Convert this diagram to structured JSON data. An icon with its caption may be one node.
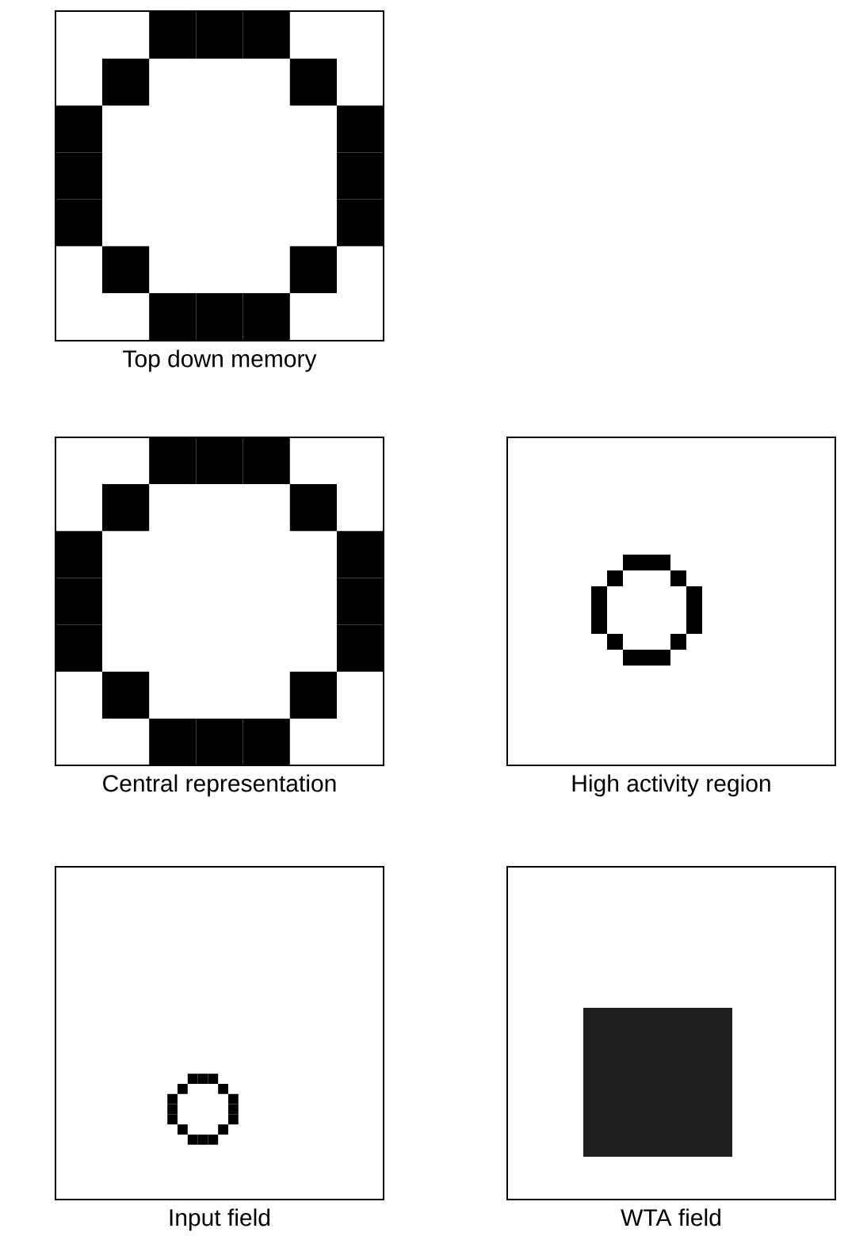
{
  "diagram": {
    "nodes": [
      {
        "text": [
          "Top down memory"
        ]
      },
      {
        "text": [
          "Central representation"
        ]
      },
      {
        "text": [
          "High activity region"
        ]
      },
      {
        "text": [
          "Input field"
        ]
      },
      {
        "text": [
          "WTA field"
        ]
      }
    ]
  }
}
